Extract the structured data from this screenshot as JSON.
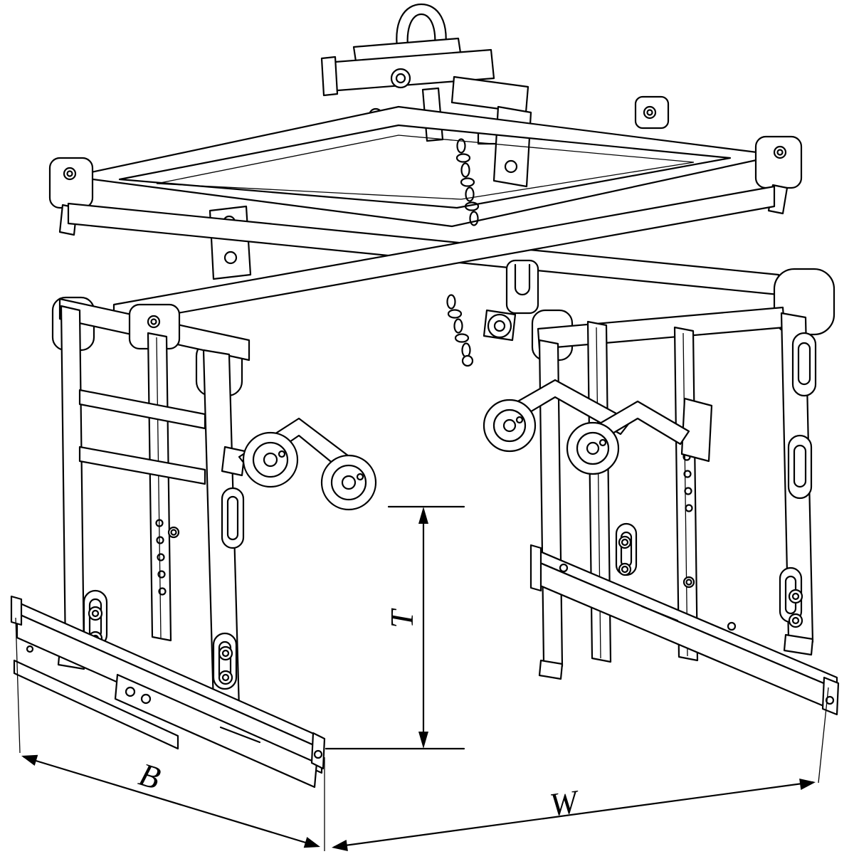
{
  "drawing": {
    "description": "Black-and-white isometric technical line drawing of a scissor-type lifting clamp with top shackle, crossed spreader arms, two gripping side frames with bottom rails, and guide rollers",
    "background": "#ffffff"
  },
  "dimensions": {
    "height_label": "T",
    "base_label": "B",
    "width_label": "W"
  },
  "colors": {
    "line": "#000000"
  }
}
